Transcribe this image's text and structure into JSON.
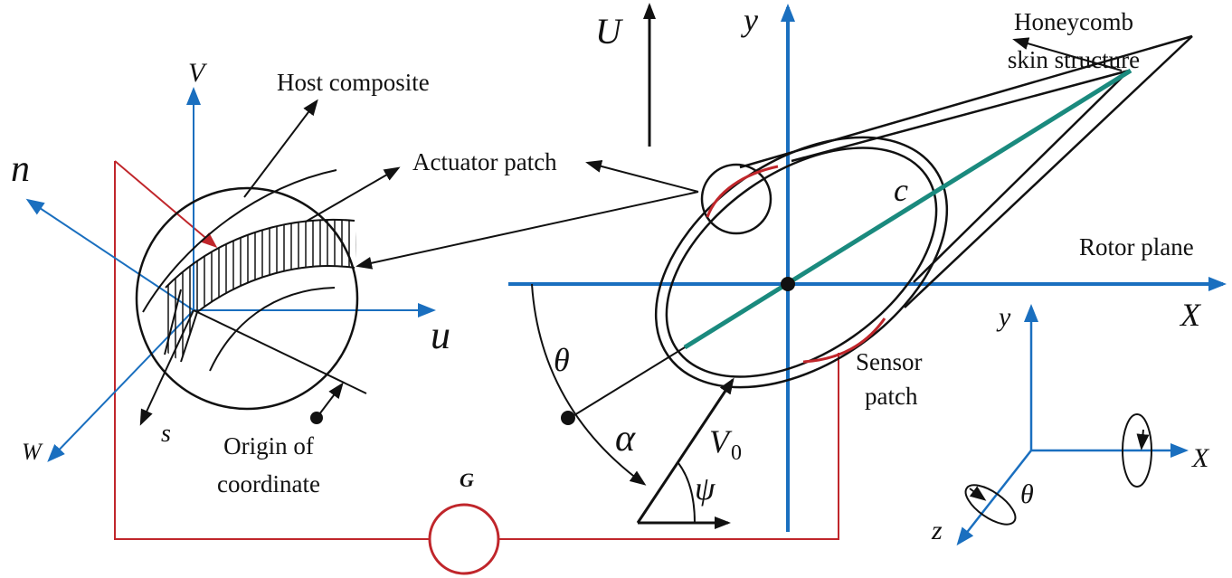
{
  "labels": {
    "honeycomb_line1": "Honeycomb",
    "honeycomb_line2": "skin structure",
    "host_composite": "Host composite",
    "actuator_patch": "Actuator patch",
    "rotor_plane": "Rotor plane",
    "sensor_line1": "Sensor",
    "sensor_line2": "patch",
    "origin_line1": "Origin of",
    "origin_line2": "coordinate"
  },
  "symbols": {
    "U": "U",
    "y_main": "y",
    "X_main": "X",
    "V": "V",
    "u": "u",
    "n": "n",
    "W": "W",
    "s": "s",
    "c": "c",
    "theta_main": "θ",
    "alpha": "α",
    "V0_base": "V",
    "V0_sub": "0",
    "psi": "ψ",
    "G": "G",
    "y_small": "y",
    "X_small": "X",
    "z_small": "z",
    "theta_small": "θ"
  },
  "colors": {
    "axis_blue": "#1a6fbf",
    "circuit_red": "#c0262b",
    "chord_teal": "#1a8a7e",
    "ink": "#111111"
  }
}
